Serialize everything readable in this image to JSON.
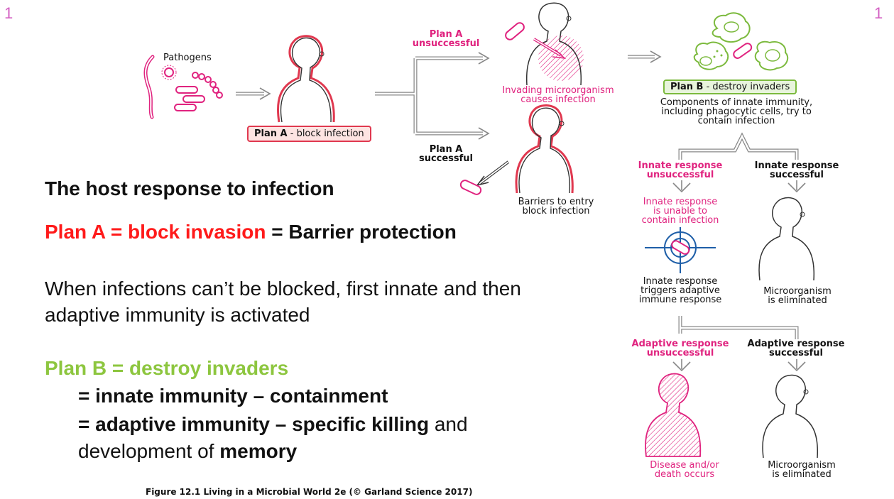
{
  "page_number_left": "1",
  "page_number_right": "1",
  "diagram": {
    "pathogens_label": "Pathogens",
    "plan_a_prefix": "Plan A",
    "plan_a_suffix": " - block infection",
    "plan_a_unsuccessful": [
      "Plan A",
      "unsuccessful"
    ],
    "plan_a_successful": [
      "Plan A",
      "successful"
    ],
    "invading_label": [
      "Invading microorganism",
      "causes infection"
    ],
    "barriers_label": [
      "Barriers to entry",
      "block infection"
    ],
    "plan_b_prefix": "Plan B",
    "plan_b_suffix": " - destroy invaders",
    "components_label": [
      "Components of innate immunity,",
      "including phagocytic cells, try to",
      "contain infection"
    ],
    "innate_unsuccessful": [
      "Innate response",
      "unsuccessful"
    ],
    "innate_successful": [
      "Innate response",
      "successful"
    ],
    "innate_unable": [
      "Innate response",
      "is unable to",
      "contain infection"
    ],
    "innate_triggers": [
      "Innate response",
      "triggers adaptive",
      "immune response"
    ],
    "micro_eliminated_1": [
      "Microorganism",
      "is eliminated"
    ],
    "adaptive_unsuccessful": [
      "Adaptive response",
      "unsuccessful"
    ],
    "adaptive_successful": [
      "Adaptive response",
      "successful"
    ],
    "disease_label": [
      "Disease and/or",
      "death occurs"
    ],
    "micro_eliminated_2": [
      "Microorganism",
      "is eliminated"
    ]
  },
  "text": {
    "title": "The host response to infection",
    "plan_a_red": "Plan A = block invasion",
    "plan_a_rest": " = Barrier protection",
    "para_line1": "When infections can’t be blocked, first innate and then",
    "para_line2": "adaptive immunity is activated",
    "plan_b": "Plan B = destroy invaders",
    "innate_line": "= innate immunity – containment",
    "adaptive_bold": "= adaptive immunity – specific killing",
    "adaptive_rest": " and",
    "memory_prefix": "development of ",
    "memory_bold": "memory"
  },
  "caption": "Figure 12.1  Living in a Microbial World 2e  (© Garland Science 2017)",
  "colors": {
    "red": "#ff1a1a",
    "green": "#8dc63f",
    "magenta": "#e0237f",
    "figure_red": "#e0384f"
  }
}
